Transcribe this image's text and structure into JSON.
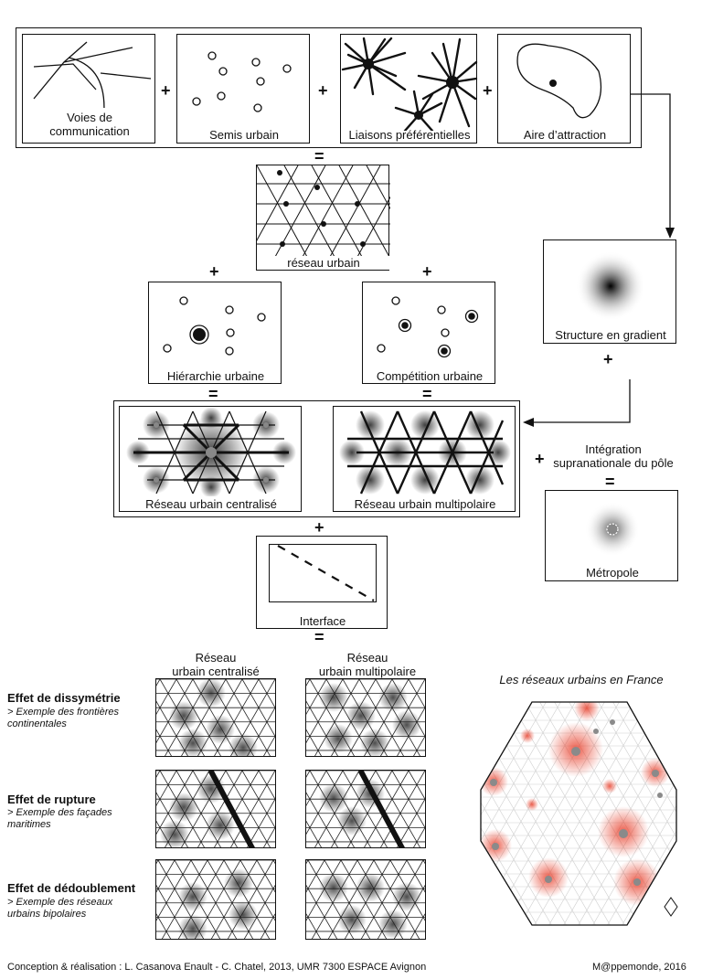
{
  "row1": {
    "boxes": [
      "Voies de\ncommunication",
      "Semis urbain",
      "Liaisons préférentielles",
      "Aire d’attraction"
    ]
  },
  "operators": {
    "plus": "+",
    "equals": "="
  },
  "network": {
    "label": "réseau urbain"
  },
  "hierarchy": {
    "label": "Hiérarchie urbaine"
  },
  "competition": {
    "label": "Compétition urbaine"
  },
  "gradient": {
    "label": "Structure en gradient"
  },
  "centralized": {
    "label": "Réseau urbain centralisé"
  },
  "multipolar": {
    "label": "Réseau urbain multipolaire"
  },
  "integration": {
    "label": "Intégration\nsupranationale du pôle"
  },
  "metropole": {
    "label": "Métropole"
  },
  "interface": {
    "label": "Interface"
  },
  "columns": {
    "centralized": "Réseau\nurbain centralisé",
    "multipolar": "Réseau\nurbain multipolaire"
  },
  "effects": [
    {
      "title": "Effet de dissymétrie",
      "subtitle": "> Exemple des frontières\ncontinentales"
    },
    {
      "title": "Effet de rupture",
      "subtitle": "> Exemple des façades\nmaritimes"
    },
    {
      "title": "Effet de dédoublement",
      "subtitle": "> Exemple des réseaux\nurbains bipolaires"
    }
  ],
  "france": {
    "title": "Les réseaux urbains en France"
  },
  "footer": {
    "credits": "Conception & réalisation : L. Casanova Enault - C. Chatel, 2013, UMR 7300 ESPACE Avignon",
    "source": "M@ppemonde, 2016"
  },
  "colors": {
    "ink": "#111111",
    "halo": "#e8432f",
    "node": "#8a8a8a"
  }
}
